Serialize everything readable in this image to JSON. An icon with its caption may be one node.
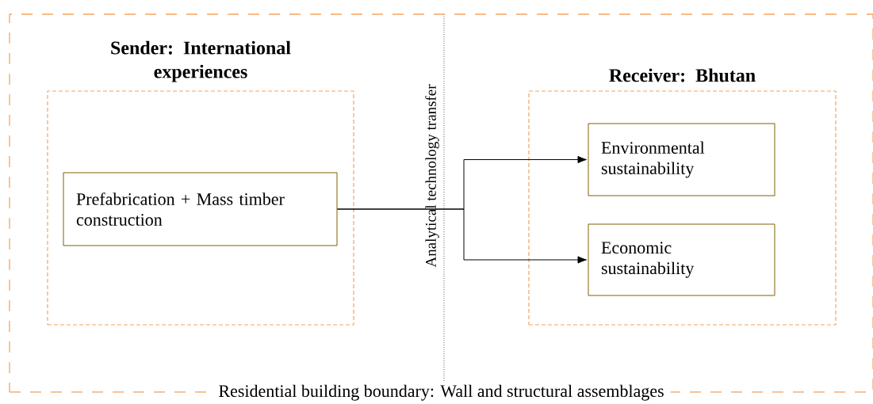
{
  "diagram": {
    "nodes": [
      {
        "text": [
          "Residential building boundary: Wall and structural assemblages"
        ]
      },
      {
        "text": [
          "Sender: International experiences"
        ],
        "in": 0
      },
      {
        "text": [
          "Prefabrication + Mass timber construction"
        ],
        "in": 1
      },
      {
        "text": [
          "Receiver: Bhutan"
        ],
        "in": 0
      },
      {
        "text": [
          "Environmental sustainability"
        ],
        "in": 3
      },
      {
        "text": [
          "Economic sustainability"
        ],
        "in": 3
      }
    ],
    "edges": [
      {
        "from": 2,
        "to": 4,
        "arrow": "to"
      },
      {
        "from": 2,
        "to": 5,
        "arrow": "to"
      }
    ],
    "labels": [
      "Analytical technology transfer"
    ]
  }
}
